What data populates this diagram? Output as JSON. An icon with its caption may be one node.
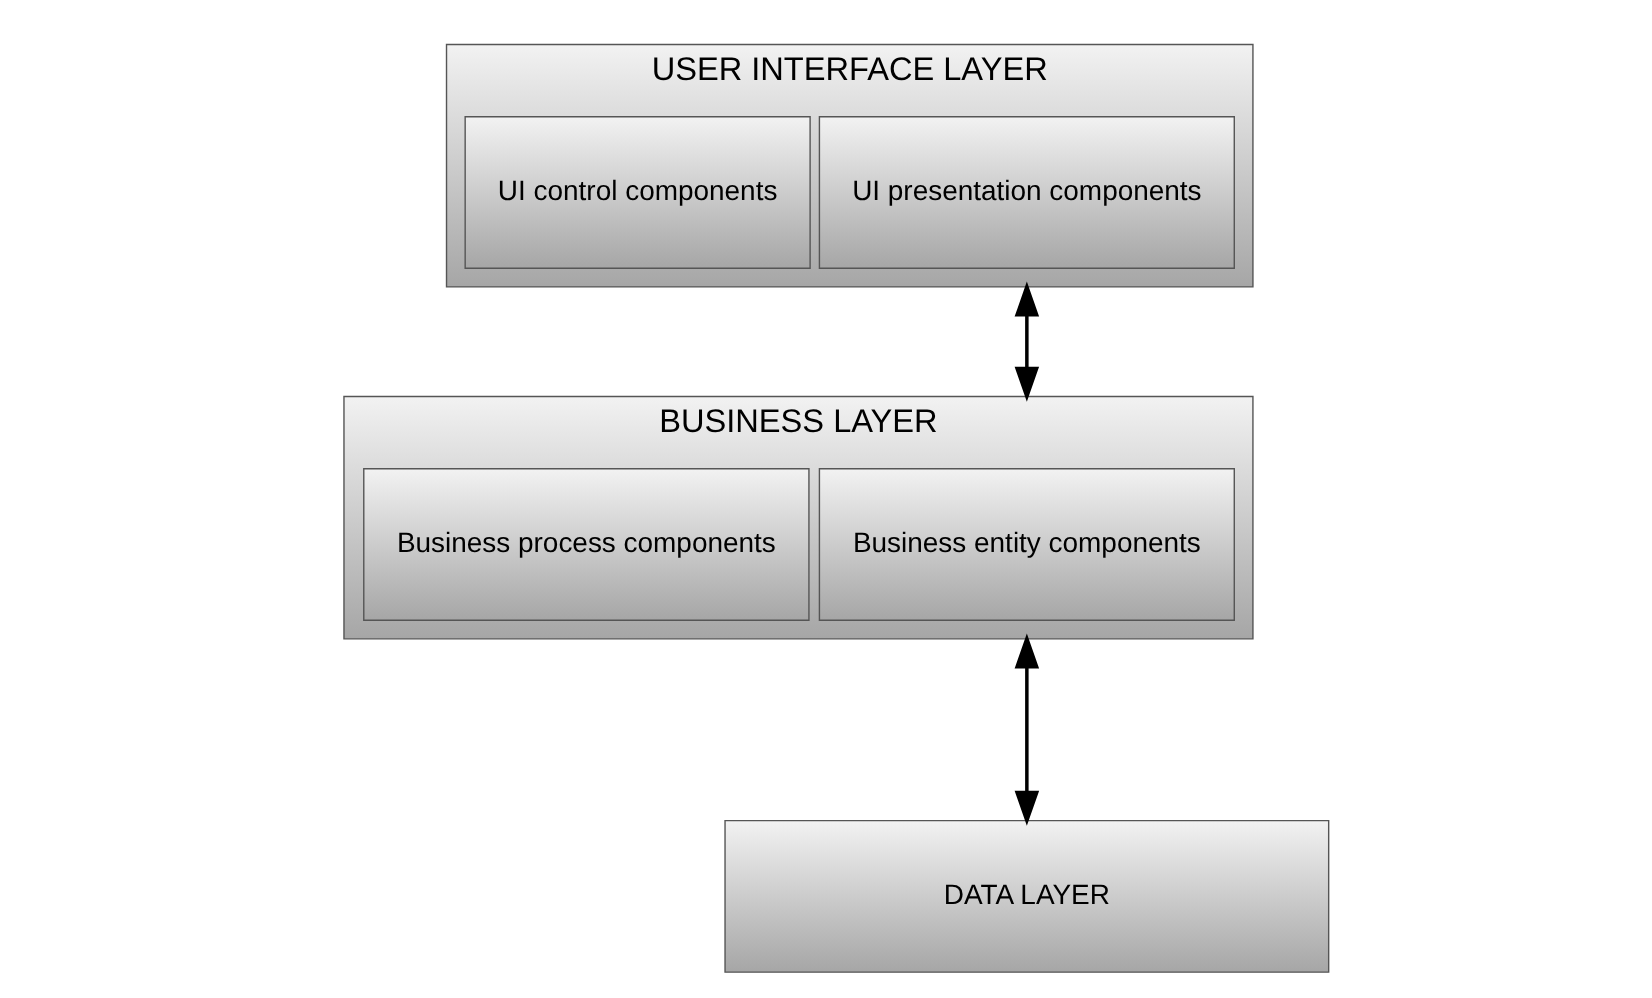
{
  "diagram": {
    "nodes": [
      {
        "text": [
          "USER INTERFACE LAYER"
        ]
      },
      {
        "text": [
          "UI control components"
        ],
        "in": 0
      },
      {
        "text": [
          "UI presentation components"
        ],
        "in": 0
      },
      {
        "text": [
          "BUSINESS LAYER"
        ]
      },
      {
        "text": [
          "Business process components"
        ],
        "in": 3
      },
      {
        "text": [
          "Business entity components"
        ],
        "in": 3
      },
      {
        "text": [
          "DATA LAYER"
        ]
      }
    ],
    "edges": [
      {
        "from": 0,
        "to": 3,
        "arrow": "both"
      },
      {
        "from": 3,
        "to": 6,
        "arrow": "both"
      }
    ]
  }
}
